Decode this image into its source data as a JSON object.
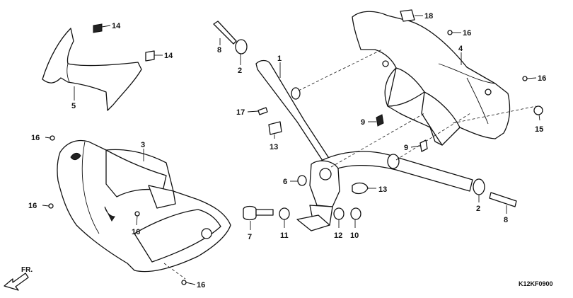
{
  "diagram": {
    "code": "K12KF0900",
    "direction_label": "FR.",
    "callouts": [
      {
        "id": "c1",
        "text": "1"
      },
      {
        "id": "c2a",
        "text": "2"
      },
      {
        "id": "c2b",
        "text": "2"
      },
      {
        "id": "c3",
        "text": "3"
      },
      {
        "id": "c4",
        "text": "4"
      },
      {
        "id": "c5",
        "text": "5"
      },
      {
        "id": "c6",
        "text": "6"
      },
      {
        "id": "c7",
        "text": "7"
      },
      {
        "id": "c8a",
        "text": "8"
      },
      {
        "id": "c8b",
        "text": "8"
      },
      {
        "id": "c9a",
        "text": "9"
      },
      {
        "id": "c9b",
        "text": "9"
      },
      {
        "id": "c10",
        "text": "10"
      },
      {
        "id": "c11",
        "text": "11"
      },
      {
        "id": "c12",
        "text": "12"
      },
      {
        "id": "c13a",
        "text": "13"
      },
      {
        "id": "c13b",
        "text": "13"
      },
      {
        "id": "c14a",
        "text": "14"
      },
      {
        "id": "c14b",
        "text": "14"
      },
      {
        "id": "c15",
        "text": "15"
      },
      {
        "id": "c16a",
        "text": "16"
      },
      {
        "id": "c16b",
        "text": "16"
      },
      {
        "id": "c16c",
        "text": "16"
      },
      {
        "id": "c16d",
        "text": "16"
      },
      {
        "id": "c16e",
        "text": "16"
      },
      {
        "id": "c16f",
        "text": "16"
      },
      {
        "id": "c17",
        "text": "17"
      },
      {
        "id": "c18",
        "text": "18"
      }
    ]
  }
}
